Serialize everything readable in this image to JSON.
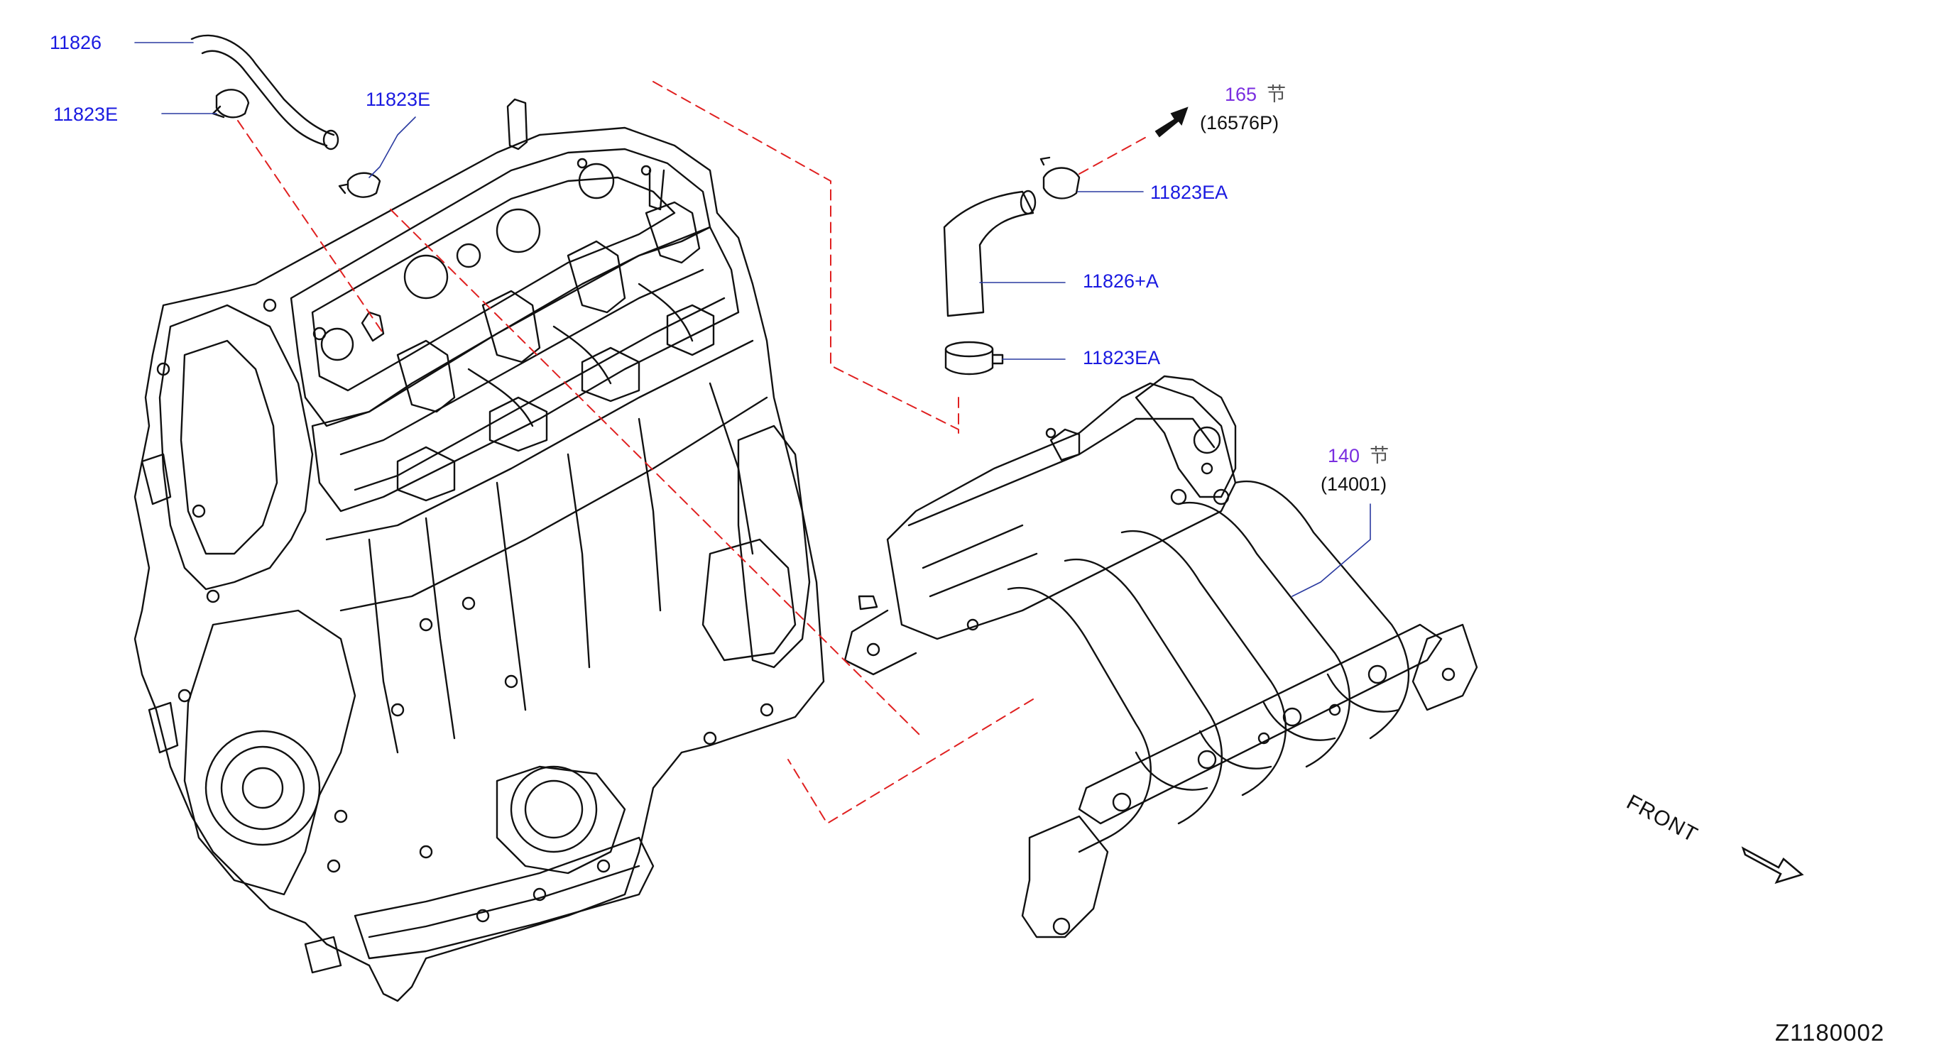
{
  "callouts": {
    "c_11826": "11826",
    "c_11823E_left": "11823E",
    "c_11823E_top": "11823E",
    "c_11823EA_top": "11823EA",
    "c_11826A": "11826+A",
    "c_11823EA_bot": "11823EA"
  },
  "refs": {
    "r165": {
      "num": "165",
      "mark": "节",
      "code": "(16576P)"
    },
    "r140": {
      "num": "140",
      "mark": "节",
      "code": "(14001)"
    }
  },
  "front_label": "FRONT",
  "diagram_id": "Z1180002",
  "colors": {
    "callout": "#1a1ae0",
    "section_ref": "#7a2ee0",
    "dash": "#e02020",
    "line": "#111111"
  }
}
